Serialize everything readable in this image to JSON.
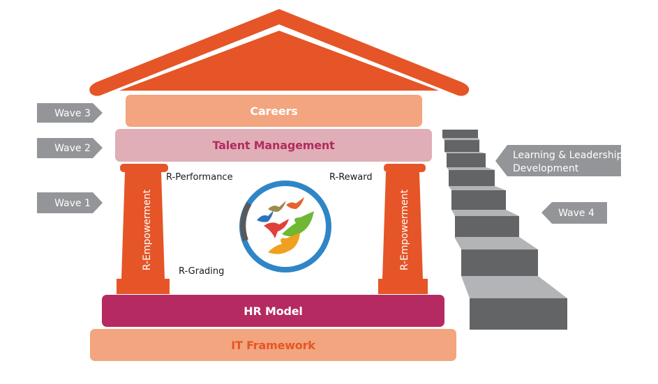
{
  "colors": {
    "roof": "#e55527",
    "careers_fill": "#f2a57e",
    "careers_text": "#ffffff",
    "talent_fill": "#dfaeb6",
    "talent_text": "#b52a5f",
    "hr_fill": "#b52a61",
    "hr_text": "#ffffff",
    "it_fill": "#f2a57e",
    "it_text": "#e55527",
    "pillar": "#e55527",
    "wave_tag": "#939598",
    "stair_riser": "#636466",
    "stair_tread": "#b3b4b7",
    "logo_ring": "#2f86c6",
    "logo_ring_dark": "#58595b"
  },
  "house": {
    "layers": {
      "careers": "Careers",
      "talent_management": "Talent Management",
      "hr_model": "HR Model",
      "it_framework": "IT Framework"
    },
    "pillars": {
      "left": "R-Empowerment",
      "right": "R-Empowerment"
    },
    "inner_labels": {
      "performance": "R-Performance",
      "reward": "R-Reward",
      "grading": "R-Grading"
    },
    "logo": {
      "icon": "birds-circle-logo-icon"
    }
  },
  "waves": {
    "wave3": "Wave 3",
    "wave2": "Wave 2",
    "wave1": "Wave 1",
    "wave4": "Wave 4"
  },
  "staircase": {
    "callout_line1": "Learning & Leadership",
    "callout_line2": "Development",
    "steps": 8
  }
}
